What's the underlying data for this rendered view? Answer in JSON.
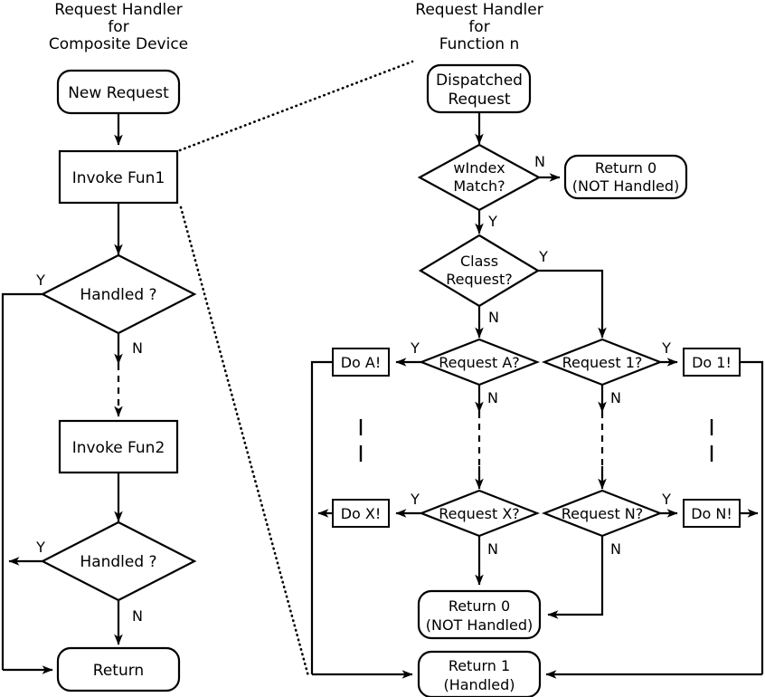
{
  "diagram": {
    "kind": "flowchart",
    "background": "#ffffff",
    "line_color": "#000000",
    "panels": [
      {
        "id": "composite",
        "title_lines": [
          "Request Handler",
          "for",
          "Composite Device"
        ]
      },
      {
        "id": "function-n",
        "title_lines": [
          "Request Handler",
          "for",
          "Function n"
        ]
      }
    ]
  },
  "left_panel": {
    "title": {
      "line1": "Request Handler",
      "line2": "for",
      "line3": "Composite Device"
    },
    "nodes": {
      "new_request": "New Request",
      "invoke_fun1": "Invoke Fun1",
      "handled_1": "Handled ?",
      "invoke_fun2": "Invoke Fun2",
      "handled_2": "Handled ?",
      "return": "Return"
    },
    "edge_labels": {
      "handled1_yes": "Y",
      "handled1_no": "N",
      "handled2_yes": "Y",
      "handled2_no": "N"
    }
  },
  "right_panel": {
    "title": {
      "line1": "Request Handler",
      "line2": "for",
      "line3": "Function n"
    },
    "nodes": {
      "dispatched_request_l1": "Dispatched",
      "dispatched_request_l2": "Request",
      "windex_match_l1": "wIndex",
      "windex_match_l2": "Match?",
      "return0_top_l1": "Return 0",
      "return0_top_l2": "(NOT Handled)",
      "class_request_l1": "Class",
      "class_request_l2": "Request?",
      "request_a": "Request A?",
      "request_1": "Request 1?",
      "request_x": "Request X?",
      "request_n": "Request N?",
      "do_a": "Do A!",
      "do_1": "Do 1!",
      "do_x": "Do X!",
      "do_n": "Do N!",
      "return0_bottom_l1": "Return 0",
      "return0_bottom_l2": "(NOT Handled)",
      "return1_l1": "Return 1",
      "return1_l2": "(Handled)"
    },
    "edge_labels": {
      "windex_no": "N",
      "windex_yes": "Y",
      "class_yes": "Y",
      "class_no": "N",
      "request_a_yes": "Y",
      "request_a_no": "N",
      "request_1_yes": "Y",
      "request_1_no": "N",
      "request_x_yes": "Y",
      "request_x_no": "N",
      "request_n_yes": "Y",
      "request_n_no": "N"
    }
  }
}
